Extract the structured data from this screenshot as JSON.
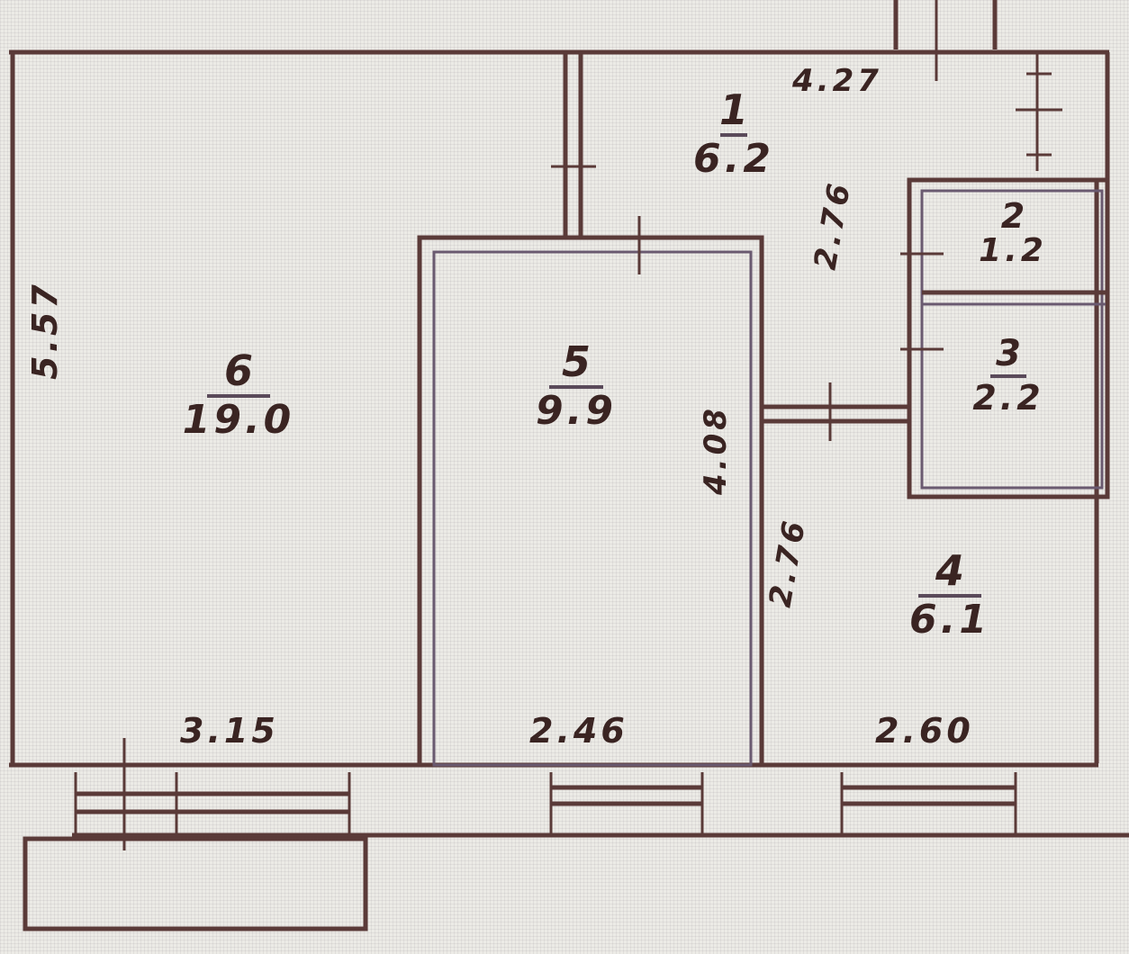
{
  "plan": {
    "rooms": [
      {
        "id": "1",
        "number": "1",
        "area": "6.2"
      },
      {
        "id": "2",
        "number": "2",
        "area": "1.2"
      },
      {
        "id": "3",
        "number": "3",
        "area": "2.2"
      },
      {
        "id": "4",
        "number": "4",
        "area": "6.1"
      },
      {
        "id": "5",
        "number": "5",
        "area": "9.9"
      },
      {
        "id": "6",
        "number": "6",
        "area": "19.0"
      }
    ],
    "dimensions": {
      "room6_height": "5.57",
      "room6_width": "3.15",
      "room5_width": "2.46",
      "room4_width": "2.60",
      "room5_height": "4.08",
      "hall_width_top": "2.76",
      "hall_width_lower": "2.76",
      "room1_top": "4.27"
    },
    "colors": {
      "wall": "#5a3a38",
      "paper": "#ecebe6",
      "text": "#3a2422"
    }
  }
}
